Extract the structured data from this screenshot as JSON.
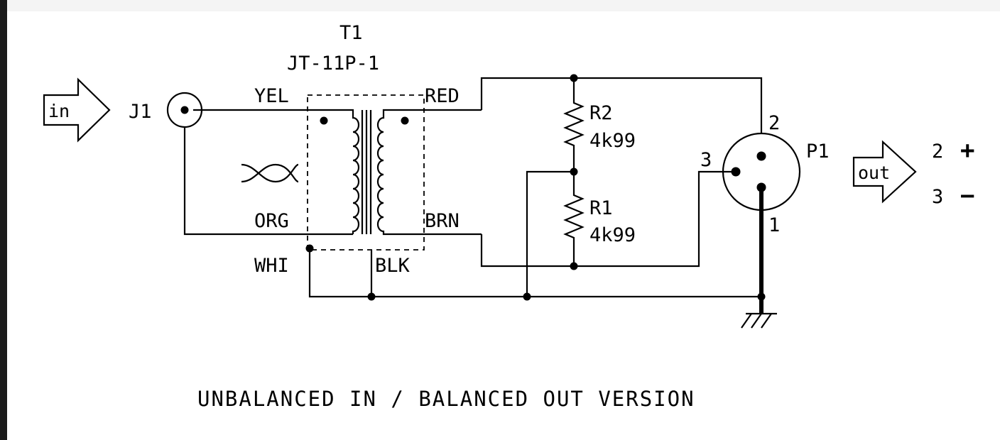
{
  "transformer": {
    "ref": "T1",
    "part": "JT-11P-1"
  },
  "jack": {
    "ref": "J1"
  },
  "input_tag": "in",
  "output_tag": "out",
  "wire_labels": {
    "yel": "YEL",
    "red": "RED",
    "org": "ORG",
    "brn": "BRN",
    "whi": "WHI",
    "blk": "BLK"
  },
  "r2": {
    "ref": "R2",
    "value": "4k99"
  },
  "r1": {
    "ref": "R1",
    "value": "4k99"
  },
  "connector": {
    "ref": "P1",
    "pin1": "1",
    "pin2": "2",
    "pin3": "3"
  },
  "polarity": {
    "pos_pin": "2",
    "pos_sign": "+",
    "neg_pin": "3",
    "neg_sign": "−"
  },
  "caption": "UNBALANCED IN / BALANCED OUT VERSION"
}
